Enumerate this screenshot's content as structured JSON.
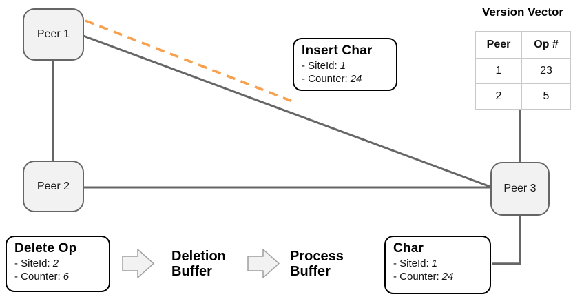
{
  "colors": {
    "node_fill": "#f2f2f2",
    "node_border": "#666666",
    "wire": "#666666",
    "dashed_annotation": "#f7a14e",
    "card_border": "#000000",
    "table_border": "#c9c9c9",
    "arrow_fill": "#f2f2f2",
    "arrow_border": "#9e9e9e"
  },
  "nodes": {
    "peer1": {
      "label": "Peer 1"
    },
    "peer2": {
      "label": "Peer 2"
    },
    "peer3": {
      "label": "Peer 3"
    }
  },
  "insert_char": {
    "title": "Insert Char",
    "fields": [
      {
        "name": "- SiteId:",
        "value": "1"
      },
      {
        "name": "- Counter:",
        "value": "24"
      }
    ]
  },
  "delete_op": {
    "title": "Delete Op",
    "fields": [
      {
        "name": "- SiteId:",
        "value": "2"
      },
      {
        "name": "- Counter:",
        "value": "6"
      }
    ]
  },
  "char_card": {
    "title": "Char",
    "fields": [
      {
        "name": "- SiteId:",
        "value": "1"
      },
      {
        "name": "- Counter:",
        "value": "24"
      }
    ]
  },
  "buffers": {
    "deletion": "Deletion\nBuffer",
    "process": "Process\nBuffer"
  },
  "version_vector": {
    "title": "Version Vector",
    "columns": [
      "Peer",
      "Op #"
    ],
    "rows": [
      [
        "1",
        "23"
      ],
      [
        "2",
        "5"
      ]
    ]
  }
}
